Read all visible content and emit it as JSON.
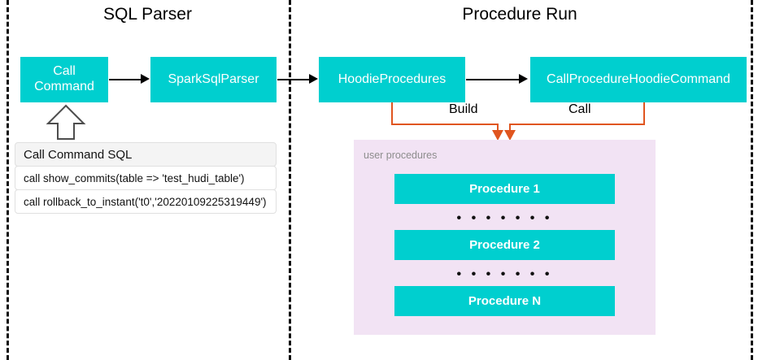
{
  "sections": [
    {
      "title": "SQL Parser"
    },
    {
      "title": "Procedure Run"
    }
  ],
  "nodes": {
    "call_command": "Call\nCommand",
    "call_command_line1": "Call",
    "call_command_line2": "Command",
    "spark_sql_parser": "SparkSqlParser",
    "hoodie_procedures": "HoodieProcedures",
    "call_procedure_hoodie_command": "CallProcedureHoodieCommand"
  },
  "connector_labels": {
    "build": "Build",
    "call": "Call"
  },
  "sql_table": {
    "header": "Call Command SQL",
    "rows": [
      "call show_commits(table => 'test_hudi_table')",
      "call rollback_to_instant('t0','20220109225319449')"
    ]
  },
  "user_procedures_panel": {
    "label": "user procedures",
    "items": [
      {
        "label": "Procedure 1"
      },
      {
        "label": "Procedure 2"
      },
      {
        "label": "Procedure N"
      }
    ],
    "ellipsis": "• • • • • • •"
  },
  "colors": {
    "teal": "#00CFCF",
    "orange": "#E0551F",
    "panel_pink": "#F2E3F4",
    "divider": "#111111",
    "arrow_black": "#000000",
    "panel_label_gray": "#8D8D8D"
  }
}
